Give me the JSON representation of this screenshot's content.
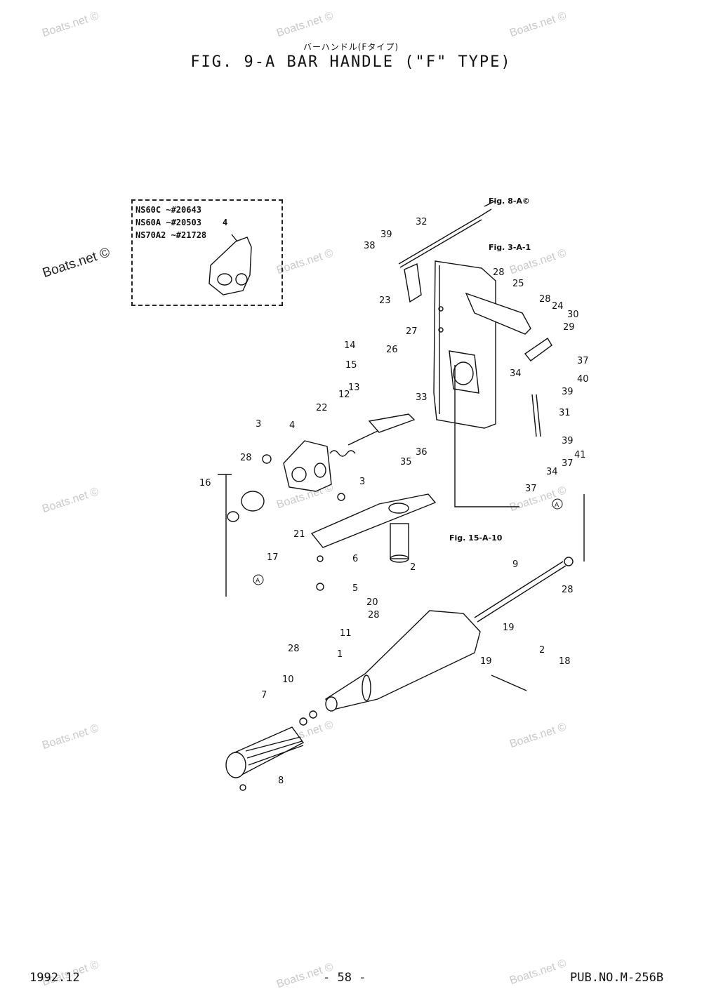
{
  "header": {
    "title_jp": "バーハンドル(Fタイプ)",
    "title": "FIG.  9-A BAR HANDLE (\"F\" TYPE)"
  },
  "watermark": {
    "text": "Boats.net ©"
  },
  "inset": {
    "lines": [
      "NS60C  ~#20643",
      "NS60A  ~#20503",
      "NS70A2 ~#21728"
    ],
    "part_label": "4"
  },
  "references": {
    "fig_8": "Fig. 8-A©",
    "fig_3": "Fig. 3-A-1",
    "fig_15": "Fig. 15-A-10",
    "circle_a": "A"
  },
  "callouts": [
    "1",
    "2",
    "2",
    "3",
    "3",
    "4",
    "5",
    "6",
    "7",
    "8",
    "9",
    "10",
    "11",
    "12",
    "13",
    "14",
    "15",
    "16",
    "17",
    "18",
    "19",
    "19",
    "20",
    "21",
    "22",
    "23",
    "24",
    "25",
    "26",
    "27",
    "28",
    "28",
    "28",
    "28",
    "28",
    "28",
    "29",
    "30",
    "31",
    "32",
    "33",
    "34",
    "34",
    "35",
    "36",
    "37",
    "37",
    "37",
    "38",
    "39",
    "39",
    "39",
    "40",
    "41"
  ],
  "footer": {
    "date": "1992.12",
    "page": "- 58 -",
    "pub": "PUB.NO.M-256B"
  }
}
